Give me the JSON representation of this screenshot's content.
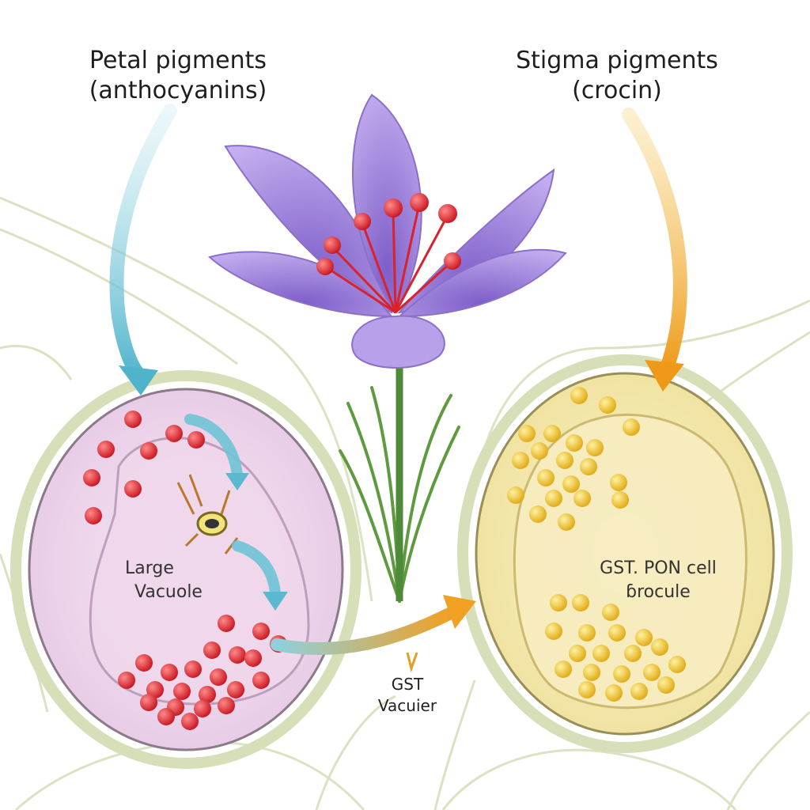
{
  "labels": {
    "petal_title_1": "Petal pigments",
    "petal_title_2": "(anthocyanins)",
    "stigma_title_1": "Stigma pigments",
    "stigma_title_2": "(crocin)",
    "left_cell_1": "Large",
    "left_cell_2": "Vacuole",
    "right_cell_1": "GST. PON cell",
    "right_cell_2": "ɓrocule",
    "bottom_1": "GST",
    "bottom_2": "Vacuier"
  },
  "colors": {
    "petal": "#a98be0",
    "petal_dark": "#7b5cc4",
    "stamen": "#d9222b",
    "stem": "#4f8a3a",
    "left_cell_fill": "#f1dff0",
    "right_cell_fill": "#f6efbd",
    "anthocyanin": "#e0262f",
    "crocin": "#f2c21a",
    "arrow_blue": "#6ec3d6",
    "arrow_orange": "#f0a022",
    "tissue": "#dbe3c4"
  }
}
